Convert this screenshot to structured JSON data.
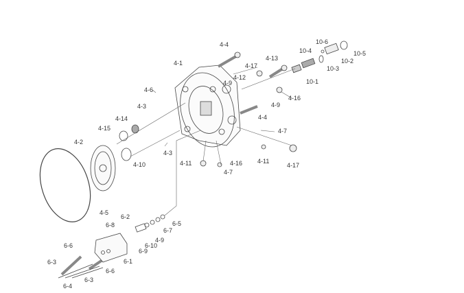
{
  "labels": [
    "4-4",
    "4-1",
    "4-17",
    "4-13",
    "4-12",
    "4-9",
    "4-6",
    "4-3",
    "4-16",
    "4-9",
    "4-14",
    "4-15",
    "4-4",
    "4-7",
    "4-2",
    "4-3",
    "4-10",
    "4-11",
    "4-16",
    "4-11",
    "4-17",
    "4-7",
    "4-5",
    "10-6",
    "10-4",
    "10-5",
    "10-2",
    "10-3",
    "10-1",
    "6-2",
    "6-5",
    "6-8",
    "6-7",
    "4-9",
    "6-10",
    "6-6",
    "6-9",
    "6-1",
    "6-3",
    "6-6",
    "6-3",
    "6-4"
  ]
}
